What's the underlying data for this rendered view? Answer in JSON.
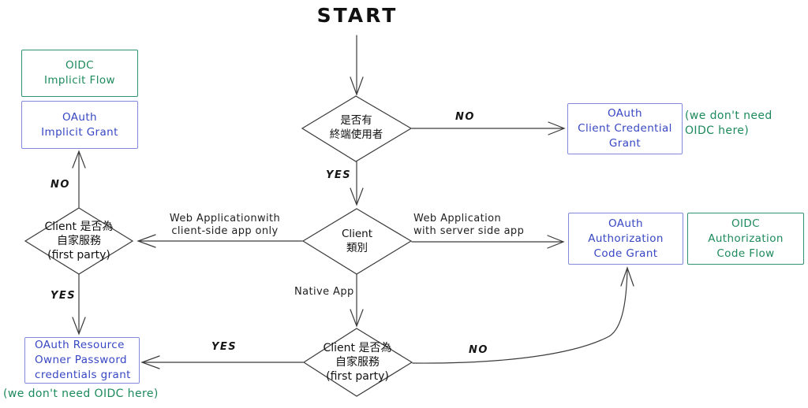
{
  "title": "START",
  "colors": {
    "blue_text": "#3746c3",
    "blue_border": "#8289dd",
    "green_text": "#1d8a5c",
    "green_border": "#2d9270",
    "line": "#3b3b3b"
  },
  "diamonds": {
    "has_end_user": {
      "l1": "是否有",
      "l2": "終端使用者"
    },
    "client_type": {
      "l1": "Client",
      "l2": "類別"
    },
    "first_party_left": {
      "l1": "Client 是否為",
      "l2": "自家服務",
      "l3": "(first party)"
    },
    "first_party_native": {
      "l1": "Client 是否為",
      "l2": "自家服務",
      "l3": "(first party)"
    }
  },
  "boxes": {
    "oidc_implicit": {
      "l1": "OIDC",
      "l2": "Implicit Flow"
    },
    "oauth_implicit": {
      "l1": "OAuth",
      "l2": "Implicit Grant"
    },
    "oauth_client_cred": {
      "l1": "OAuth",
      "l2": "Client Credential",
      "l3": "Grant"
    },
    "oauth_auth_code": {
      "l1": "OAuth",
      "l2": "Authorization",
      "l3": "Code Grant"
    },
    "oidc_auth_code": {
      "l1": "OIDC",
      "l2": "Authorization",
      "l3": "Code Flow"
    },
    "oauth_ropc": {
      "l1": "OAuth Resource",
      "l2": "Owner Password",
      "l3": "credentials grant"
    }
  },
  "edges": {
    "no_top": "NO",
    "yes_top": "YES",
    "client_side_l1": "Web Applicationwith",
    "client_side_l2": "client-side app only",
    "server_side_l1": "Web Application",
    "server_side_l2": "with server side app",
    "native_app": "Native App",
    "no_left": "NO",
    "yes_left": "YES",
    "yes_bottom": "YES",
    "no_bottom": "NO"
  },
  "notes": {
    "right_l1": "(we don't need",
    "right_l2": "OIDC here)",
    "bottom": "(we don't need OIDC here)"
  }
}
